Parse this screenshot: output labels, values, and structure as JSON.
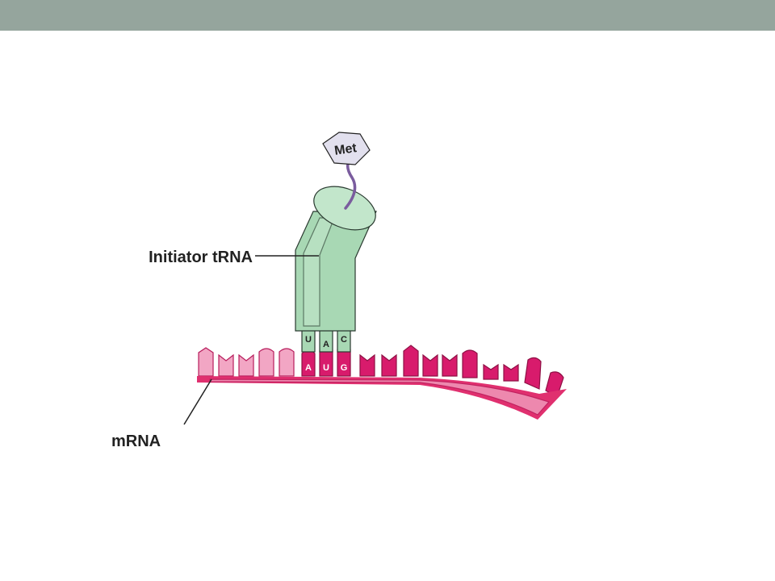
{
  "colors": {
    "top_bar": "#95a59d",
    "trna_body": "#a8d8b4",
    "trna_top": "#c2e6cb",
    "trna_outline": "#2a3a30",
    "mrna_light": "#f2a6c4",
    "mrna_dark": "#d81b6c",
    "mrna_backbone": "#e0306f",
    "linker": "#7a5c9e",
    "met_fill": "#e2e0ee"
  },
  "diagram": {
    "amino_acid": "Met",
    "trna_label": "Initiator tRNA",
    "mrna_label": "mRNA",
    "anticodon": [
      "U",
      "A",
      "C"
    ],
    "codon": [
      "A",
      "U",
      "G"
    ]
  }
}
